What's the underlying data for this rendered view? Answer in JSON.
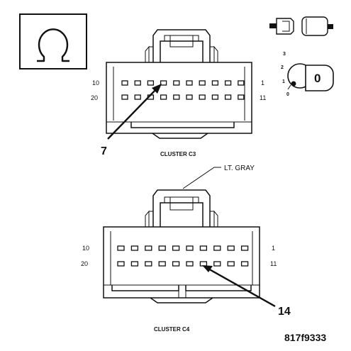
{
  "connectors": [
    {
      "id": "c3",
      "name": "CLUSTER C3",
      "pin_row_top": {
        "first": "10",
        "last": "1"
      },
      "pin_row_bottom": {
        "first": "20",
        "last": "11"
      },
      "pins_per_row": 10,
      "callout": "7"
    },
    {
      "id": "c4",
      "name": "CLUSTER C4",
      "pin_row_top": {
        "first": "10",
        "last": "1"
      },
      "pin_row_bottom": {
        "first": "20",
        "last": "11"
      },
      "pins_per_row": 10,
      "callout": "14",
      "color_label": "LT. GRAY"
    }
  ],
  "terminal_view_icon": "omega-symbol-icon",
  "ignition_key": {
    "positions": [
      "3",
      "2",
      "1",
      "0"
    ],
    "cylinder_label": "0"
  },
  "figure_code": "817f9333"
}
